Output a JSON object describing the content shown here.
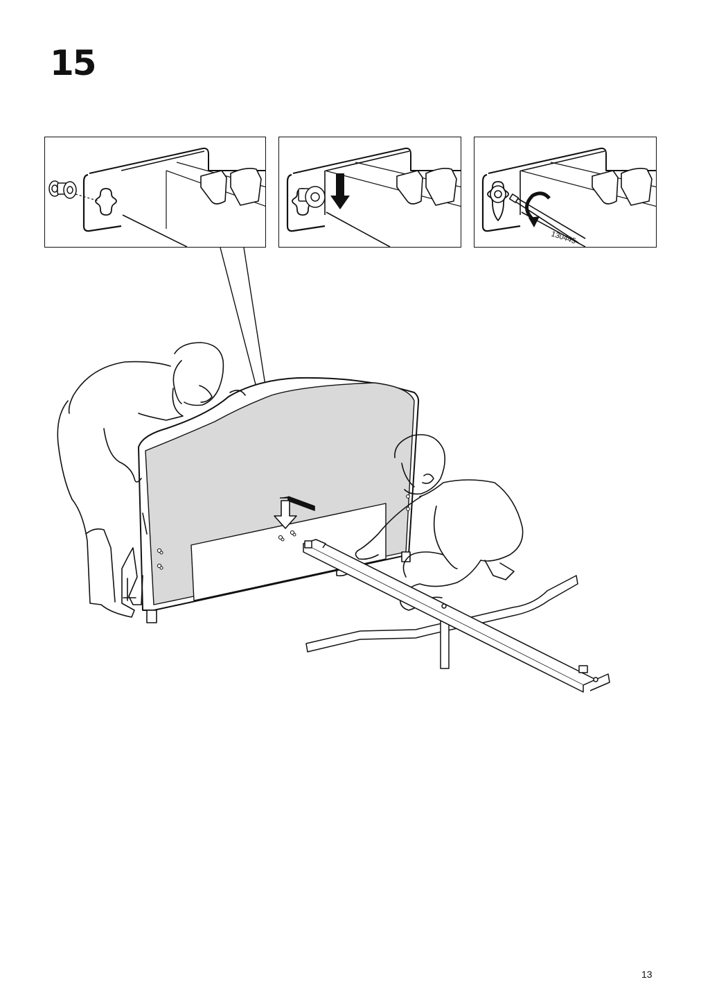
{
  "step": {
    "number": "15"
  },
  "detail_panels": [
    {
      "id": "panel-1",
      "action": "insert-bolt-in-keyhole",
      "icon": "bolt-and-washer-icon"
    },
    {
      "id": "panel-2",
      "action": "push-down",
      "icon": "down-arrow-icon"
    },
    {
      "id": "panel-3",
      "action": "tighten-with-allen-key",
      "icon": "rotate-arrow-icon",
      "tool_code": "130445"
    }
  ],
  "main_illustration": {
    "action_icon": "down-arrow-icon",
    "headboard_fill": "#d9d9d9"
  },
  "footer": {
    "page_number": "13"
  }
}
